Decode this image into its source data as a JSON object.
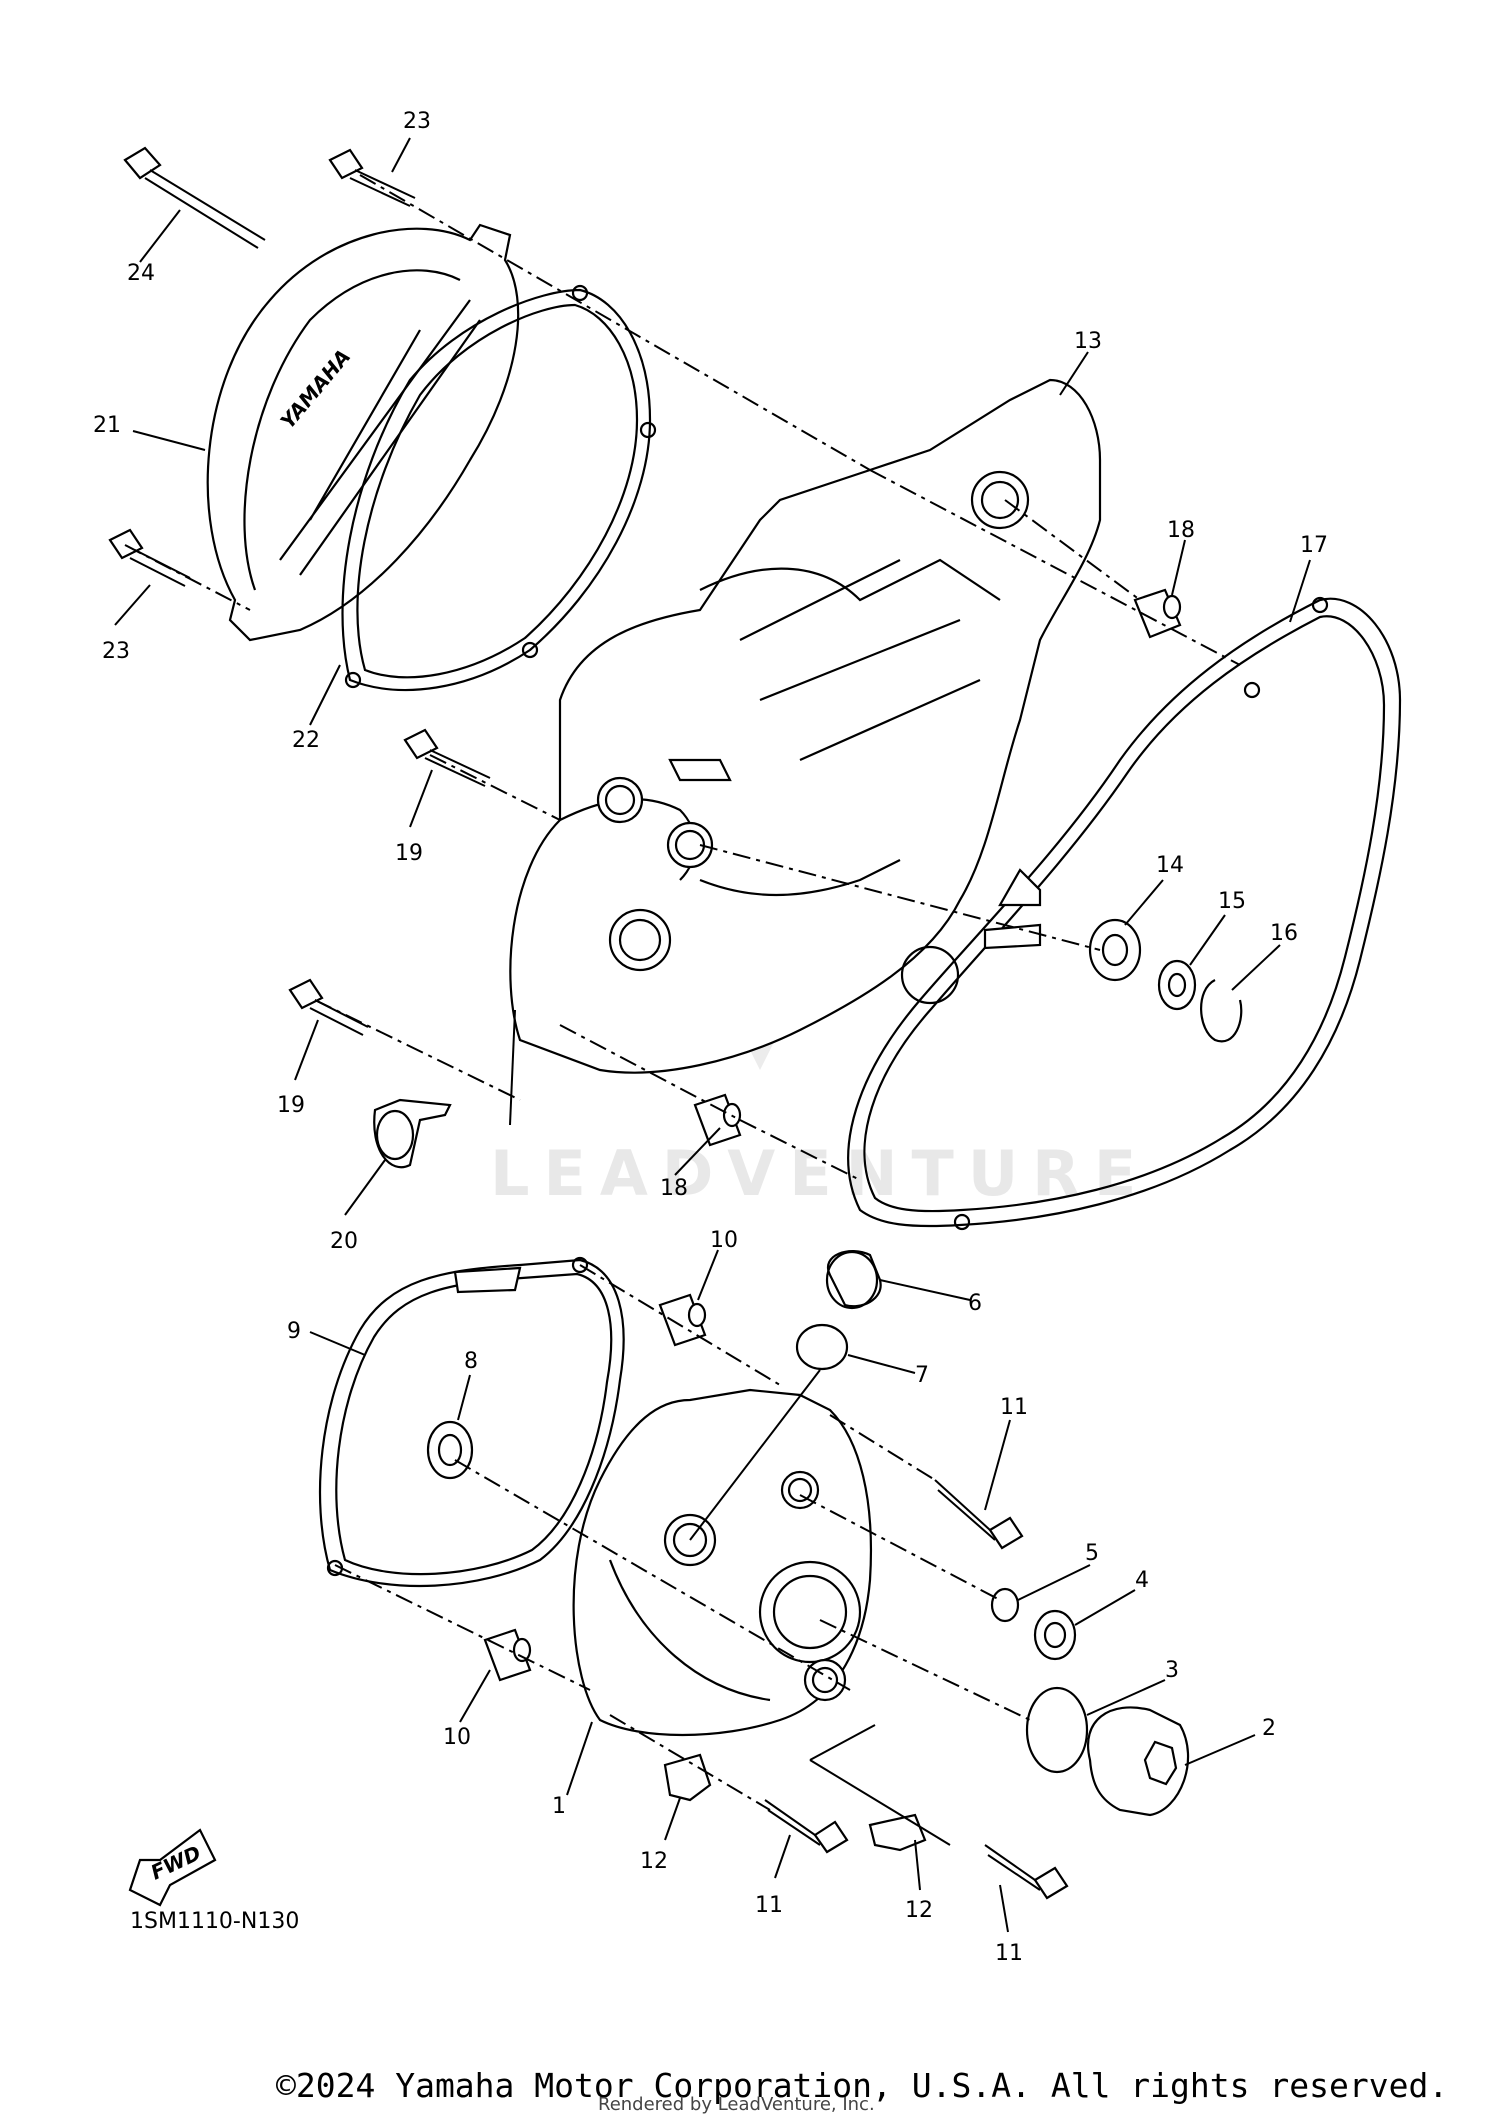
{
  "diagram": {
    "code": "1SM1110-N130",
    "fwd_label": "FWD",
    "watermark": "LEADVENTURE",
    "copyright": "©2024 Yamaha Motor Corporation, U.S.A. All rights reserved.",
    "rendered_by": "Rendered by LeadVenture, Inc.",
    "callouts": [
      "23",
      "24",
      "21",
      "23",
      "22",
      "13",
      "18",
      "17",
      "19",
      "14",
      "15",
      "16",
      "19",
      "20",
      "18",
      "10",
      "6",
      "9",
      "8",
      "7",
      "11",
      "5",
      "4",
      "3",
      "2",
      "10",
      "1",
      "12",
      "11",
      "12",
      "11"
    ]
  }
}
